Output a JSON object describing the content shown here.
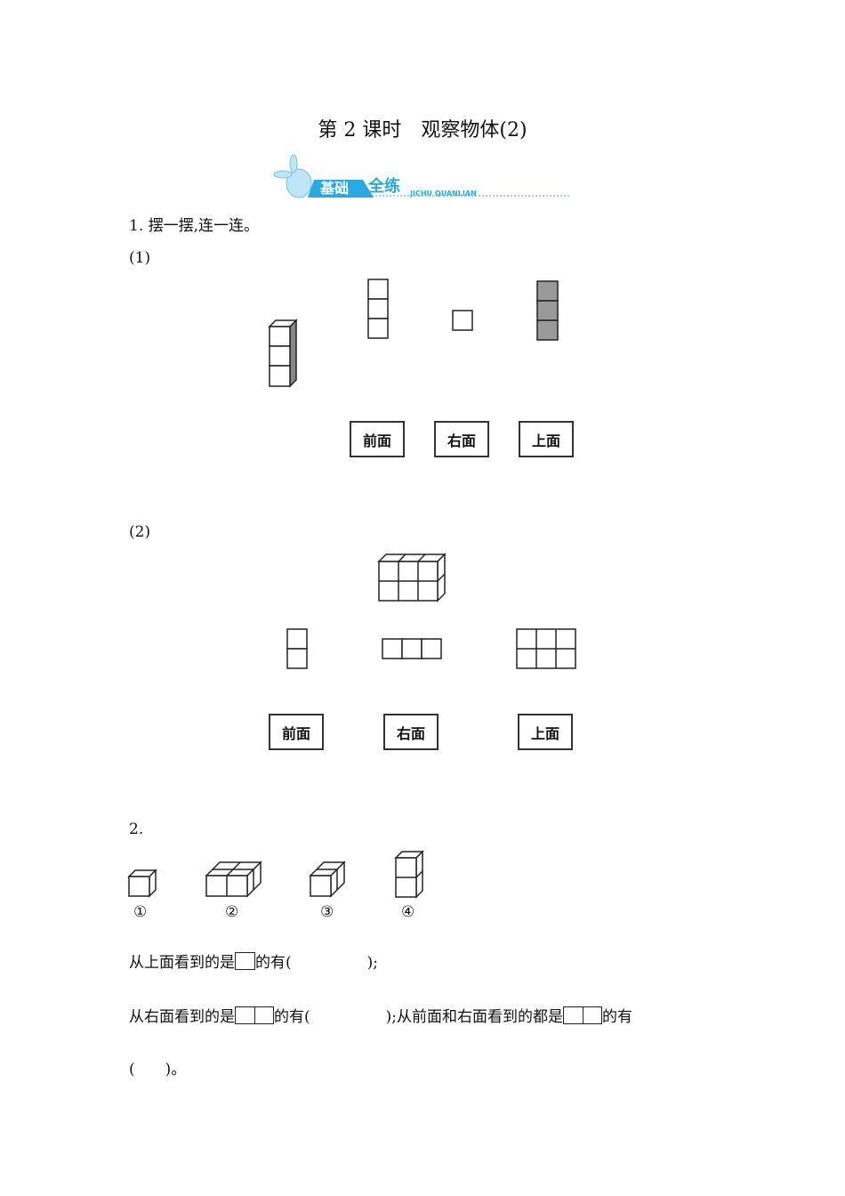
{
  "title": "第 2 课时　观察物体(2)",
  "banner": {
    "cn_a": "基础",
    "cn_b": "全练",
    "pinyin": "JICHU QUANLIAN",
    "accent": "#29a9e0"
  },
  "q1": {
    "prompt": "1. 摆一摆,连一连。",
    "part1": {
      "label": "(1)",
      "views": [
        "前面",
        "右面",
        "上面"
      ]
    },
    "part2": {
      "label": "(2)",
      "views": [
        "前面",
        "右面",
        "上面"
      ]
    }
  },
  "q2": {
    "number": "2.",
    "figure_labels": [
      "①",
      "②",
      "③",
      "④"
    ],
    "line1_a": "从上面看到的是",
    "line1_b": "的有(　　　　　);",
    "line2_a": "从右面看到的是",
    "line2_b": "的有(　　　　　);从前面和右面看到的都是",
    "line2_c": "的有",
    "line3": "(　　)。"
  }
}
